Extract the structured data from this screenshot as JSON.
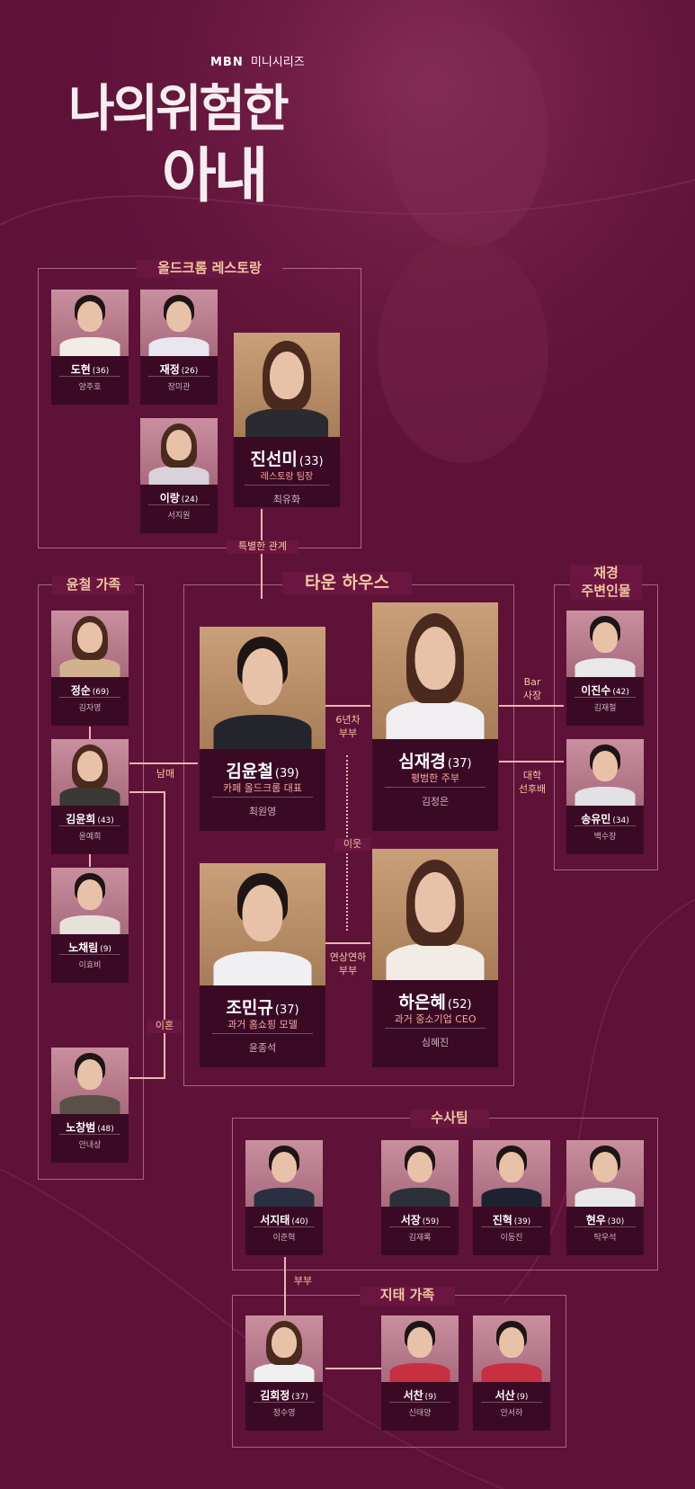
{
  "header": {
    "network": "MBN",
    "series": "미니시리즈",
    "title_line1": "나의위험한",
    "title_line2": "아내"
  },
  "groups": {
    "oldcrumb": "올드크롬 레스토랑",
    "yoonchul_family": "윤철 가족",
    "townhouse": "타운 하우스",
    "jaekyung_people": [
      "재경",
      "주변인물"
    ],
    "investigation": "수사팀",
    "jitae_family": "지태 가족"
  },
  "characters": {
    "dohyun": {
      "name": "도현",
      "age": "(36)",
      "actor": "양주호"
    },
    "jaejung": {
      "name": "재정",
      "age": "(26)",
      "actor": "장미관"
    },
    "irang": {
      "name": "이랑",
      "age": "(24)",
      "actor": "서지원"
    },
    "jinsunmi": {
      "name": "진선미",
      "age": "(33)",
      "role": "레스토랑 팀장",
      "actor": "최유화"
    },
    "jungsoon": {
      "name": "정순",
      "age": "(69)",
      "actor": "김자영"
    },
    "kimyoonhee": {
      "name": "김윤희",
      "age": "(43)",
      "actor": "윤예희"
    },
    "nochaerim": {
      "name": "노채림",
      "age": "(9)",
      "actor": "이효비"
    },
    "nochangbum": {
      "name": "노창범",
      "age": "(48)",
      "actor": "안내상"
    },
    "kimyoonchul": {
      "name": "김윤철",
      "age": "(39)",
      "role": "카페 올드크롬 대표",
      "actor": "최원영"
    },
    "simjaekyung": {
      "name": "심재경",
      "age": "(37)",
      "role": "평범한 주부",
      "actor": "김정은"
    },
    "jominkyu": {
      "name": "조민규",
      "age": "(37)",
      "role": "과거 홈쇼핑 모델",
      "actor": "윤종석"
    },
    "haeunhye": {
      "name": "하은혜",
      "age": "(52)",
      "role": "과거 중소기업 CEO",
      "actor": "심혜진"
    },
    "leejinsoo": {
      "name": "이진수",
      "age": "(42)",
      "actor": "김재철"
    },
    "songyumin": {
      "name": "송유민",
      "age": "(34)",
      "actor": "백수장"
    },
    "seojitae": {
      "name": "서지태",
      "age": "(40)",
      "actor": "이준혁"
    },
    "seojang": {
      "name": "서장",
      "age": "(59)",
      "actor": "김재록"
    },
    "jinhyuk": {
      "name": "진혁",
      "age": "(39)",
      "actor": "이동진"
    },
    "hyunwoo": {
      "name": "현우",
      "age": "(30)",
      "actor": "탁우석"
    },
    "kimhoejung": {
      "name": "김회정",
      "age": "(37)",
      "actor": "정수영"
    },
    "seochan": {
      "name": "서찬",
      "age": "(9)",
      "actor": "신태양"
    },
    "seosan": {
      "name": "서산",
      "age": "(9)",
      "actor": "안서하"
    }
  },
  "relations": {
    "special": "특별한 관계",
    "married6": [
      "6년차",
      "부부"
    ],
    "neighbor": "이웃",
    "older_wife": [
      "연상연하",
      "부부"
    ],
    "siblings": "남매",
    "divorce": "이혼",
    "bar_owner": [
      "Bar",
      "사장"
    ],
    "college": [
      "대학",
      "선후배"
    ],
    "couple": "부부"
  },
  "colors": {
    "background": "#5e1238",
    "accent": "#f2c7a0",
    "role_text": "#f4a9a0"
  }
}
